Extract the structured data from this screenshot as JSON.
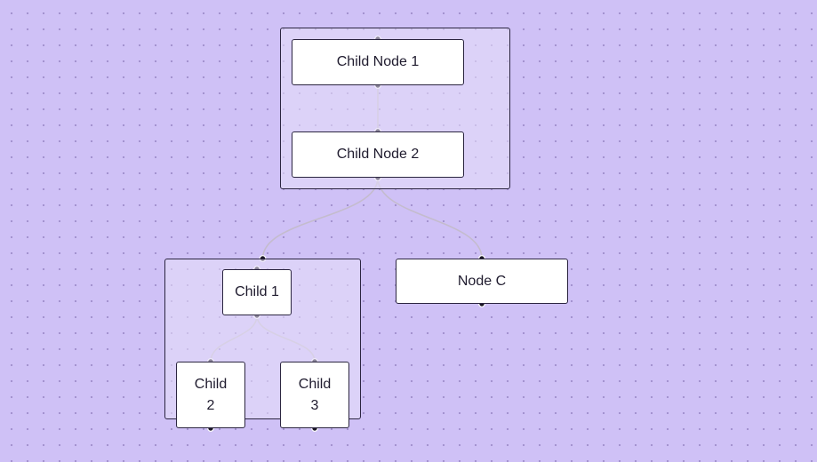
{
  "colors": {
    "background": "#cfc1f6",
    "group_fill": "#e8e0fa",
    "node_fill": "#ffffff",
    "border": "#2b2540",
    "edge": "#c4bccd",
    "handle": "#1b1726"
  },
  "groups": [
    {
      "id": "group-top"
    },
    {
      "id": "group-bottom"
    }
  ],
  "nodes": [
    {
      "id": "child-node-1",
      "label": "Child Node 1"
    },
    {
      "id": "child-node-2",
      "label": "Child Node 2"
    },
    {
      "id": "child-1",
      "label": "Child 1"
    },
    {
      "id": "node-c",
      "label": "Node C"
    },
    {
      "id": "child-2",
      "label": "Child 2"
    },
    {
      "id": "child-3",
      "label": "Child 3"
    }
  ],
  "edges": [
    {
      "source": "child-node-1",
      "target": "child-node-2"
    },
    {
      "source": "child-node-2",
      "target": "group-bottom"
    },
    {
      "source": "child-node-2",
      "target": "node-c"
    },
    {
      "source": "child-1",
      "target": "child-2"
    },
    {
      "source": "child-1",
      "target": "child-3"
    }
  ]
}
